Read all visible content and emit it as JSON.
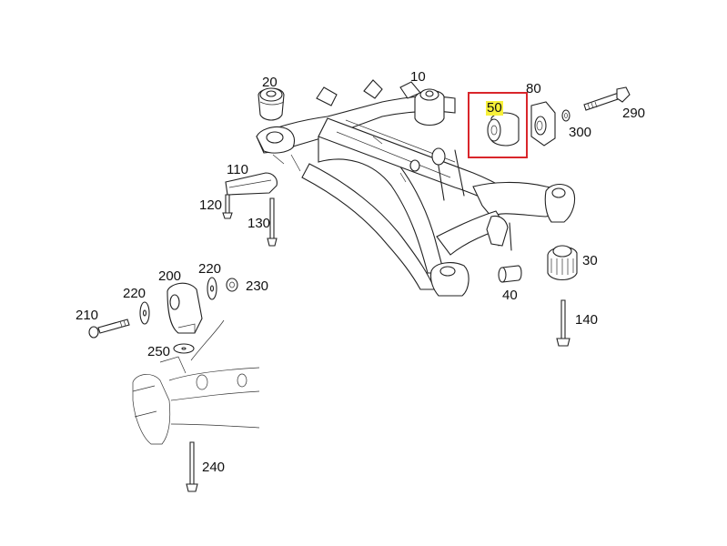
{
  "diagram": {
    "title": "Rear axle carrier / subframe mounting – exploded view",
    "highlight_color": "#d9262b",
    "label_highlight_color": "#f7f03a",
    "selected_part": "50",
    "callouts": [
      {
        "id": "10",
        "text": "10"
      },
      {
        "id": "20",
        "text": "20"
      },
      {
        "id": "30",
        "text": "30"
      },
      {
        "id": "40",
        "text": "40"
      },
      {
        "id": "50",
        "text": "50"
      },
      {
        "id": "80",
        "text": "80"
      },
      {
        "id": "110",
        "text": "110"
      },
      {
        "id": "120",
        "text": "120"
      },
      {
        "id": "130",
        "text": "130"
      },
      {
        "id": "140",
        "text": "140"
      },
      {
        "id": "200",
        "text": "200"
      },
      {
        "id": "210",
        "text": "210"
      },
      {
        "id": "220a",
        "text": "220"
      },
      {
        "id": "220b",
        "text": "220"
      },
      {
        "id": "230",
        "text": "230"
      },
      {
        "id": "240",
        "text": "240"
      },
      {
        "id": "250",
        "text": "250"
      },
      {
        "id": "290",
        "text": "290"
      },
      {
        "id": "300",
        "text": "300"
      }
    ]
  }
}
